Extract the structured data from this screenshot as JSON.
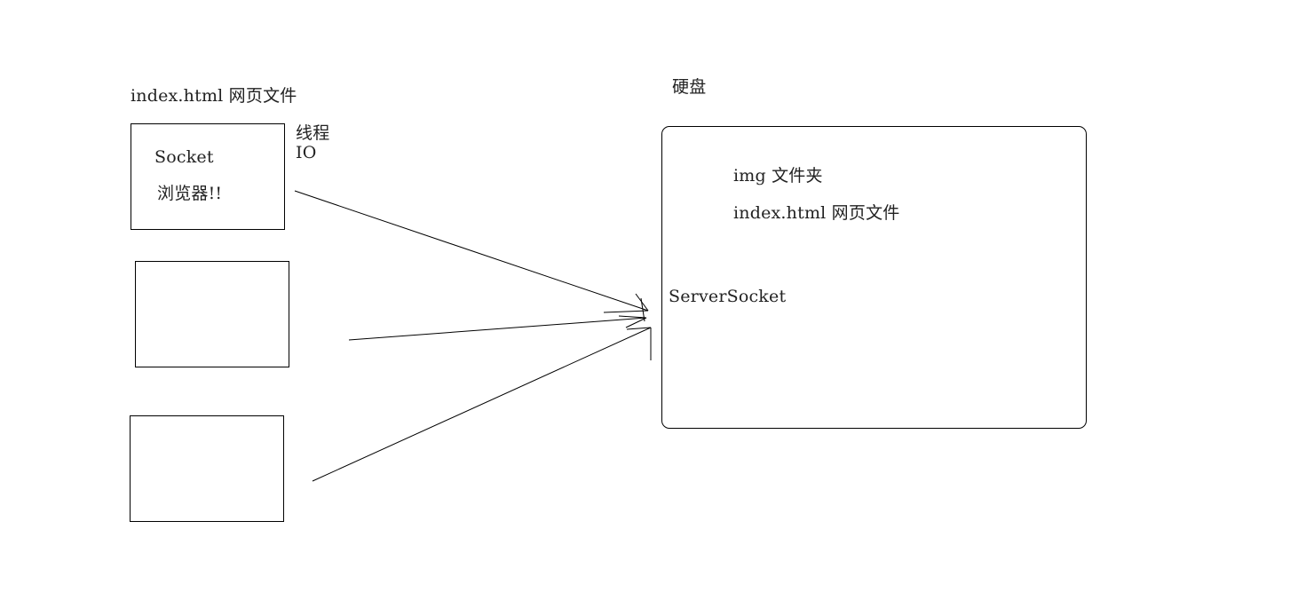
{
  "labels": {
    "client_file": "index.html 网页文件",
    "thread": "线程",
    "io": "IO",
    "socket": "Socket",
    "browser": "浏览器!!",
    "disk": "硬盘",
    "img_folder": "img 文件夹",
    "server_file": "index.html 网页文件",
    "server_socket": "ServerSocket"
  },
  "colors": {
    "stroke": "#000000",
    "text": "#222222",
    "background": "#ffffff"
  }
}
